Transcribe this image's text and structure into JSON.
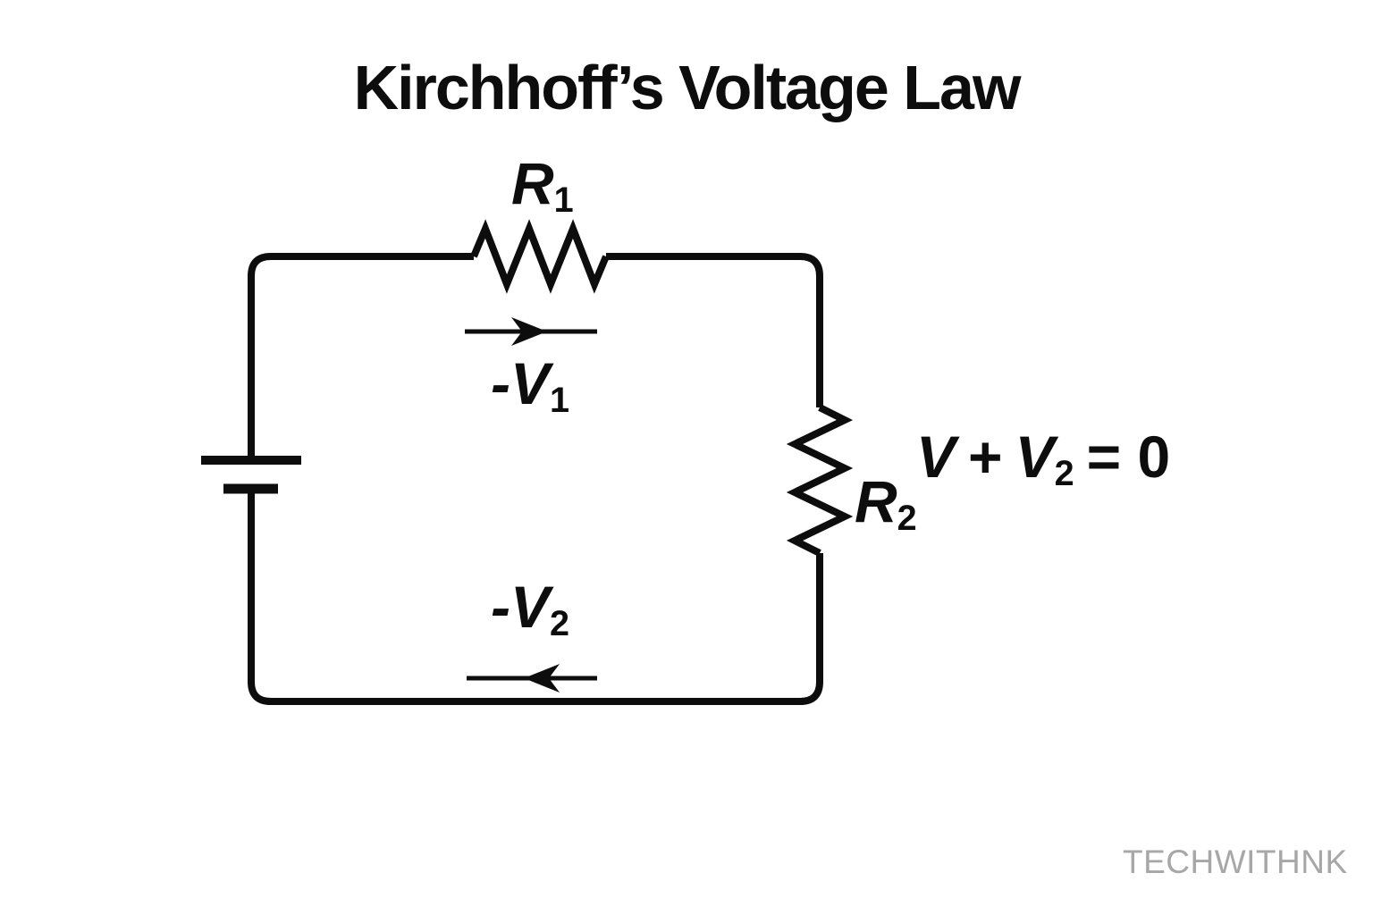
{
  "page": {
    "title": "Kirchhoff’s Voltage Law",
    "watermark": "TECHWITHNK"
  },
  "colors": {
    "background": "#ffffff",
    "ink": "#0d0d0d",
    "watermark_gray": "#a7a7a7"
  },
  "diagram": {
    "type": "series-circuit",
    "components": {
      "battery": {
        "symbol": "battery-cell"
      },
      "r1": {
        "base": "R",
        "sub": "1"
      },
      "r2": {
        "base": "R",
        "sub": "2"
      },
      "v1_drop": {
        "base": "-V",
        "sub": "1"
      },
      "v2_drop": {
        "base": "-V",
        "sub": "2"
      }
    },
    "equation": {
      "lhs_v": "V",
      "plus": "+",
      "rhs_v": "V",
      "rhs_sub": "2",
      "equals_zero": "= 0"
    },
    "current_arrows": {
      "top": "right",
      "bottom": "left"
    }
  }
}
